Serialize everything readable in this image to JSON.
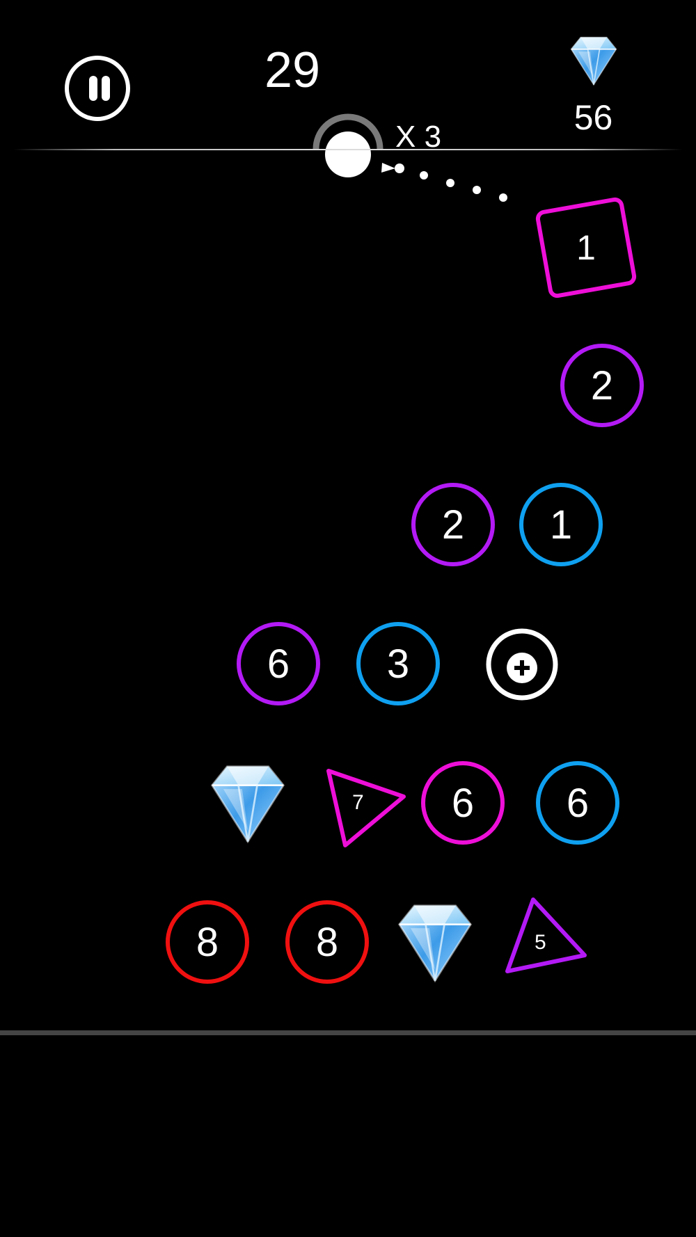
{
  "hud": {
    "score": "29",
    "gems": "56",
    "multiplier": "X 3",
    "pause_icon": "pause-icon",
    "gem_icon": "diamond-icon"
  },
  "colors": {
    "background": "#000000",
    "purple": "#B31AF5",
    "blue": "#0FA0F0",
    "magenta": "#EE0FD8",
    "red": "#F01010",
    "white": "#FFFFFF"
  },
  "board": {
    "square_block": {
      "value": "1",
      "color": "#EE0FD8"
    },
    "row1": [
      {
        "value": "2",
        "color": "#B31AF5"
      }
    ],
    "row2": [
      {
        "value": "2",
        "color": "#B31AF5"
      },
      {
        "value": "1",
        "color": "#0FA0F0"
      }
    ],
    "row3": [
      {
        "value": "6",
        "color": "#B31AF5"
      },
      {
        "value": "3",
        "color": "#0FA0F0"
      }
    ],
    "row4": [
      {
        "value": "7",
        "shape": "triangle",
        "color": "#EE0FD8"
      },
      {
        "value": "6",
        "color": "#EE0FD8"
      },
      {
        "value": "6",
        "color": "#0FA0F0"
      }
    ],
    "row5": [
      {
        "value": "8",
        "color": "#F01010"
      },
      {
        "value": "8",
        "color": "#F01010"
      },
      {
        "value": "5",
        "shape": "triangle",
        "color": "#B31AF5"
      }
    ],
    "powerup_icon": "plus-circle-icon",
    "pickup_icon": "diamond-icon"
  }
}
